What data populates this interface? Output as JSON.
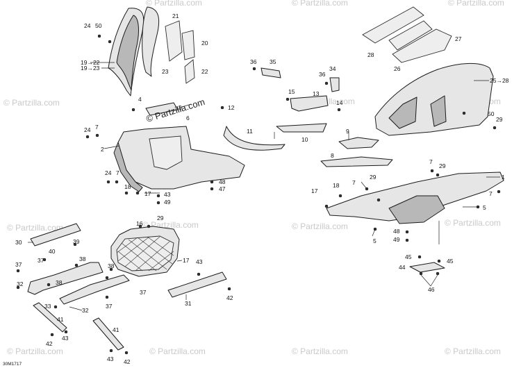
{
  "diagram": {
    "watermark_main": "© Partzilla.com",
    "watermark_faint": "© Partzilla.com",
    "drawing_code": "30M1717",
    "callouts": [
      {
        "id": "c24a",
        "text": "24"
      },
      {
        "id": "c50a",
        "text": "50"
      },
      {
        "id": "c19-22",
        "text": "19→22"
      },
      {
        "id": "c19-23",
        "text": "19→23"
      },
      {
        "id": "c21",
        "text": "21"
      },
      {
        "id": "c20",
        "text": "20"
      },
      {
        "id": "c22",
        "text": "22"
      },
      {
        "id": "c23",
        "text": "23"
      },
      {
        "id": "c4",
        "text": "4"
      },
      {
        "id": "c3",
        "text": "3"
      },
      {
        "id": "c12",
        "text": "12"
      },
      {
        "id": "c6",
        "text": "6"
      },
      {
        "id": "c24b",
        "text": "24"
      },
      {
        "id": "c7a",
        "text": "7"
      },
      {
        "id": "c2",
        "text": "2"
      },
      {
        "id": "c24c",
        "text": "24"
      },
      {
        "id": "c7b",
        "text": "7"
      },
      {
        "id": "c18a",
        "text": "18"
      },
      {
        "id": "c17a",
        "text": "17"
      },
      {
        "id": "c43a",
        "text": "43"
      },
      {
        "id": "c49a",
        "text": "49"
      },
      {
        "id": "c48a",
        "text": "48"
      },
      {
        "id": "c47",
        "text": "47"
      },
      {
        "id": "c11",
        "text": "11"
      },
      {
        "id": "c36a",
        "text": "36"
      },
      {
        "id": "c35",
        "text": "35"
      },
      {
        "id": "c36b",
        "text": "36"
      },
      {
        "id": "c34",
        "text": "34"
      },
      {
        "id": "c15",
        "text": "15"
      },
      {
        "id": "c13",
        "text": "13"
      },
      {
        "id": "c14",
        "text": "14"
      },
      {
        "id": "c10",
        "text": "10"
      },
      {
        "id": "c9",
        "text": "9"
      },
      {
        "id": "c8",
        "text": "8"
      },
      {
        "id": "c28",
        "text": "28"
      },
      {
        "id": "c27",
        "text": "27"
      },
      {
        "id": "c26",
        "text": "26"
      },
      {
        "id": "c25-28",
        "text": "25→28"
      },
      {
        "id": "c50b",
        "text": "50"
      },
      {
        "id": "c29a",
        "text": "29"
      },
      {
        "id": "c7c",
        "text": "7"
      },
      {
        "id": "c29b",
        "text": "29"
      },
      {
        "id": "c1",
        "text": "1"
      },
      {
        "id": "c7d",
        "text": "7"
      },
      {
        "id": "c17b",
        "text": "17"
      },
      {
        "id": "c18b",
        "text": "18"
      },
      {
        "id": "c7e",
        "text": "7"
      },
      {
        "id": "c29c",
        "text": "29"
      },
      {
        "id": "c5a",
        "text": "5"
      },
      {
        "id": "c5b",
        "text": "5"
      },
      {
        "id": "c48b",
        "text": "48"
      },
      {
        "id": "c49b",
        "text": "49"
      },
      {
        "id": "c45a",
        "text": "45"
      },
      {
        "id": "c45b",
        "text": "45"
      },
      {
        "id": "c44",
        "text": "44"
      },
      {
        "id": "c46",
        "text": "46"
      },
      {
        "id": "c30",
        "text": "30"
      },
      {
        "id": "c40",
        "text": "40"
      },
      {
        "id": "c39",
        "text": "39"
      },
      {
        "id": "c37a",
        "text": "37"
      },
      {
        "id": "c38a",
        "text": "38"
      },
      {
        "id": "c37b",
        "text": "37"
      },
      {
        "id": "c32",
        "text": "32"
      },
      {
        "id": "c38b",
        "text": "38"
      },
      {
        "id": "c33",
        "text": "33"
      },
      {
        "id": "c32b",
        "text": "32"
      },
      {
        "id": "c41a",
        "text": "41"
      },
      {
        "id": "c42a",
        "text": "42"
      },
      {
        "id": "c43b",
        "text": "43"
      },
      {
        "id": "c16",
        "text": "16"
      },
      {
        "id": "c29d",
        "text": "29"
      },
      {
        "id": "c17c",
        "text": "17"
      },
      {
        "id": "c38c",
        "text": "38"
      },
      {
        "id": "c37c",
        "text": "37"
      },
      {
        "id": "c37d",
        "text": "37"
      },
      {
        "id": "c41b",
        "text": "41"
      },
      {
        "id": "c42b",
        "text": "42"
      },
      {
        "id": "c43c",
        "text": "43"
      },
      {
        "id": "c43d",
        "text": "43"
      },
      {
        "id": "c31",
        "text": "31"
      },
      {
        "id": "c42c",
        "text": "42"
      }
    ]
  }
}
